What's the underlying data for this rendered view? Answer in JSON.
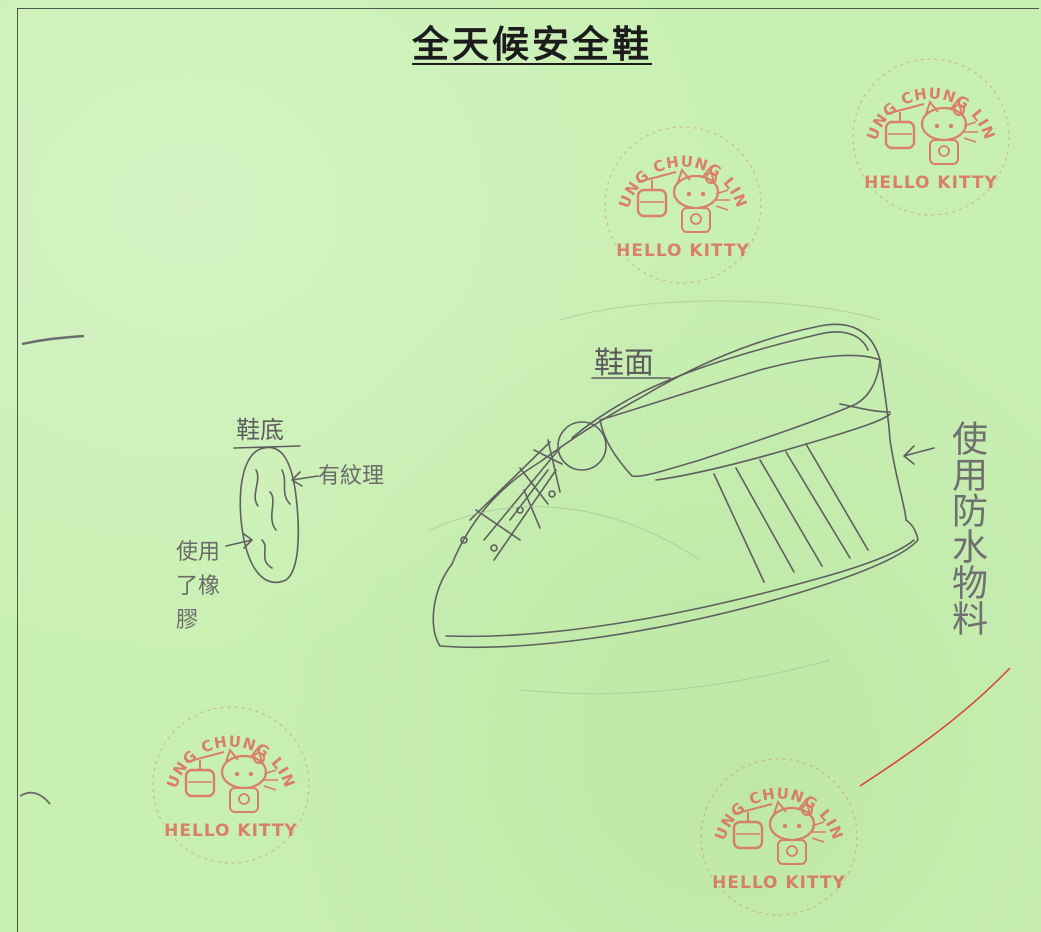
{
  "title": "全天候安全鞋",
  "labels": {
    "upper": "鞋面",
    "sole": "鞋底",
    "texture_note": "有紋理",
    "rubber_note": "使用了橡膠",
    "waterproof_note": "使用防水物料"
  },
  "stamp": {
    "top_text": "TUNG CHUNG LINE",
    "bottom_text": "HELLO KITTY",
    "color": "#e0554f"
  },
  "colors": {
    "paper": "#c9f0b3",
    "pencil": "#5f5f5f",
    "ink": "#1c1c1c"
  }
}
